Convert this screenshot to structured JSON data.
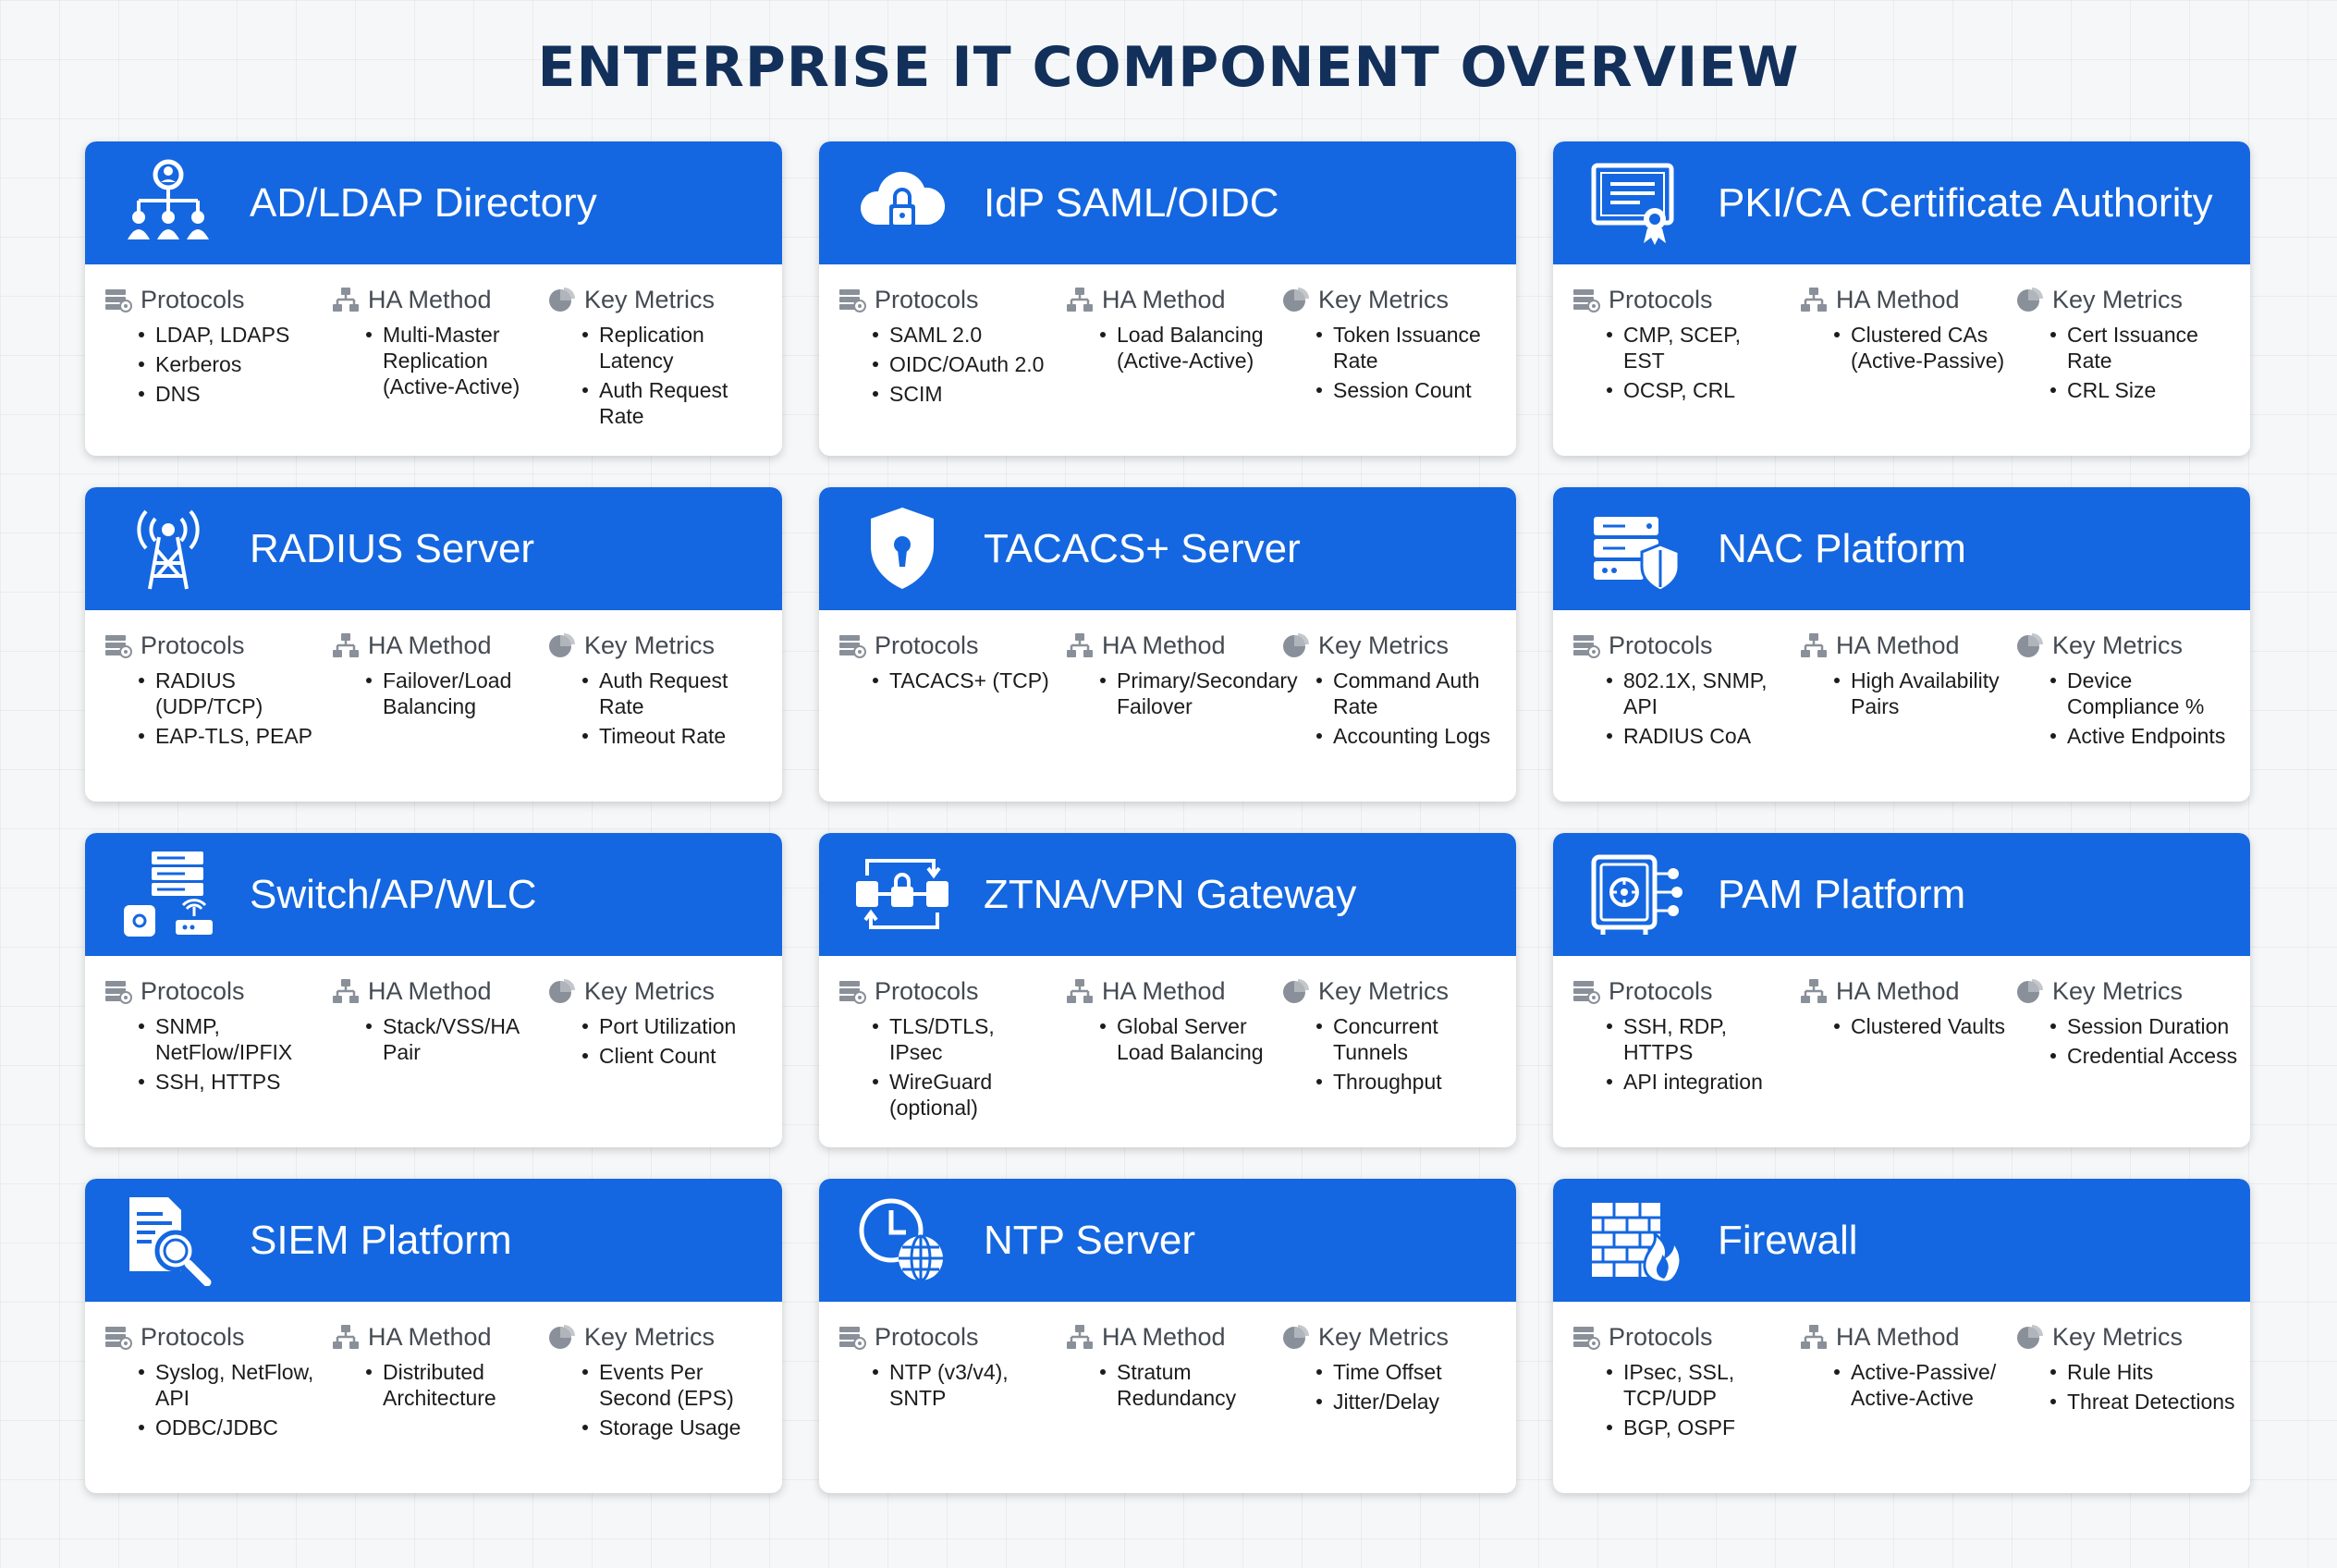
{
  "title": "ENTERPRISE IT COMPONENT OVERVIEW",
  "colors": {
    "header": "#1467e0",
    "title": "#12305a",
    "card": "#ffffff"
  },
  "column_labels": {
    "protocols": "Protocols",
    "ha": "HA Method",
    "metrics": "Key Metrics"
  },
  "cards": [
    {
      "name": "AD/LDAP Directory",
      "icon": "org-chart-icon",
      "protocols": [
        "LDAP, LDAPS",
        "Kerberos",
        "DNS"
      ],
      "ha": [
        "Multi-Master Replication (Active-Active)"
      ],
      "metrics": [
        "Replication Latency",
        "Auth Request Rate"
      ]
    },
    {
      "name": "IdP SAML/OIDC",
      "icon": "cloud-lock-icon",
      "protocols": [
        "SAML 2.0",
        "OIDC/OAuth 2.0",
        "SCIM"
      ],
      "ha": [
        "Load Balancing (Active-Active)"
      ],
      "metrics": [
        "Token Issuance Rate",
        "Session Count"
      ]
    },
    {
      "name": "PKI/CA Certificate Authority",
      "icon": "certificate-icon",
      "protocols": [
        "CMP, SCEP, EST",
        "OCSP, CRL"
      ],
      "ha": [
        "Clustered CAs (Active-Passive)"
      ],
      "metrics": [
        "Cert Issuance Rate",
        "CRL Size"
      ]
    },
    {
      "name": "RADIUS Server",
      "icon": "radio-tower-icon",
      "protocols": [
        "RADIUS (UDP/TCP)",
        "EAP-TLS, PEAP"
      ],
      "ha": [
        "Failover/Load Balancing"
      ],
      "metrics": [
        "Auth Request Rate",
        "Timeout Rate"
      ]
    },
    {
      "name": "TACACS+ Server",
      "icon": "shield-lock-icon",
      "protocols": [
        "TACACS+ (TCP)"
      ],
      "ha": [
        "Primary/Secondary Failover"
      ],
      "metrics": [
        "Command Auth Rate",
        "Accounting Logs"
      ]
    },
    {
      "name": "NAC Platform",
      "icon": "server-shield-icon",
      "protocols": [
        "802.1X, SNMP, API",
        "RADIUS CoA"
      ],
      "ha": [
        "High Availability Pairs"
      ],
      "metrics": [
        "Device Compliance %",
        "Active Endpoints"
      ]
    },
    {
      "name": "Switch/AP/WLC",
      "icon": "network-devices-icon",
      "protocols": [
        "SNMP, NetFlow/IPFIX",
        "SSH, HTTPS"
      ],
      "ha": [
        "Stack/VSS/HA Pair"
      ],
      "metrics": [
        "Port Utilization",
        "Client Count"
      ]
    },
    {
      "name": "ZTNA/VPN Gateway",
      "icon": "tunnel-lock-icon",
      "protocols": [
        "TLS/DTLS, IPsec",
        "WireGuard (optional)"
      ],
      "ha": [
        "Global Server Load Balancing"
      ],
      "metrics": [
        "Concurrent Tunnels",
        "Throughput"
      ]
    },
    {
      "name": "PAM Platform",
      "icon": "vault-icon",
      "protocols": [
        "SSH, RDP, HTTPS",
        "API integration"
      ],
      "ha": [
        "Clustered Vaults"
      ],
      "metrics": [
        "Session Duration",
        "Credential Access"
      ]
    },
    {
      "name": "SIEM Platform",
      "icon": "log-search-icon",
      "protocols": [
        "Syslog, NetFlow, API",
        "ODBC/JDBC"
      ],
      "ha": [
        "Distributed Architecture"
      ],
      "metrics": [
        "Events Per Second (EPS)",
        "Storage Usage"
      ]
    },
    {
      "name": "NTP Server",
      "icon": "clock-globe-icon",
      "protocols": [
        "NTP (v3/v4), SNTP"
      ],
      "ha": [
        "Stratum Redundancy"
      ],
      "metrics": [
        "Time Offset",
        "Jitter/Delay"
      ]
    },
    {
      "name": "Firewall",
      "icon": "firewall-icon",
      "protocols": [
        "IPsec, SSL, TCP/UDP",
        "BGP, OSPF"
      ],
      "ha": [
        "Active-Passive/ Active-Active"
      ],
      "metrics": [
        "Rule Hits",
        "Threat Detections"
      ]
    }
  ]
}
